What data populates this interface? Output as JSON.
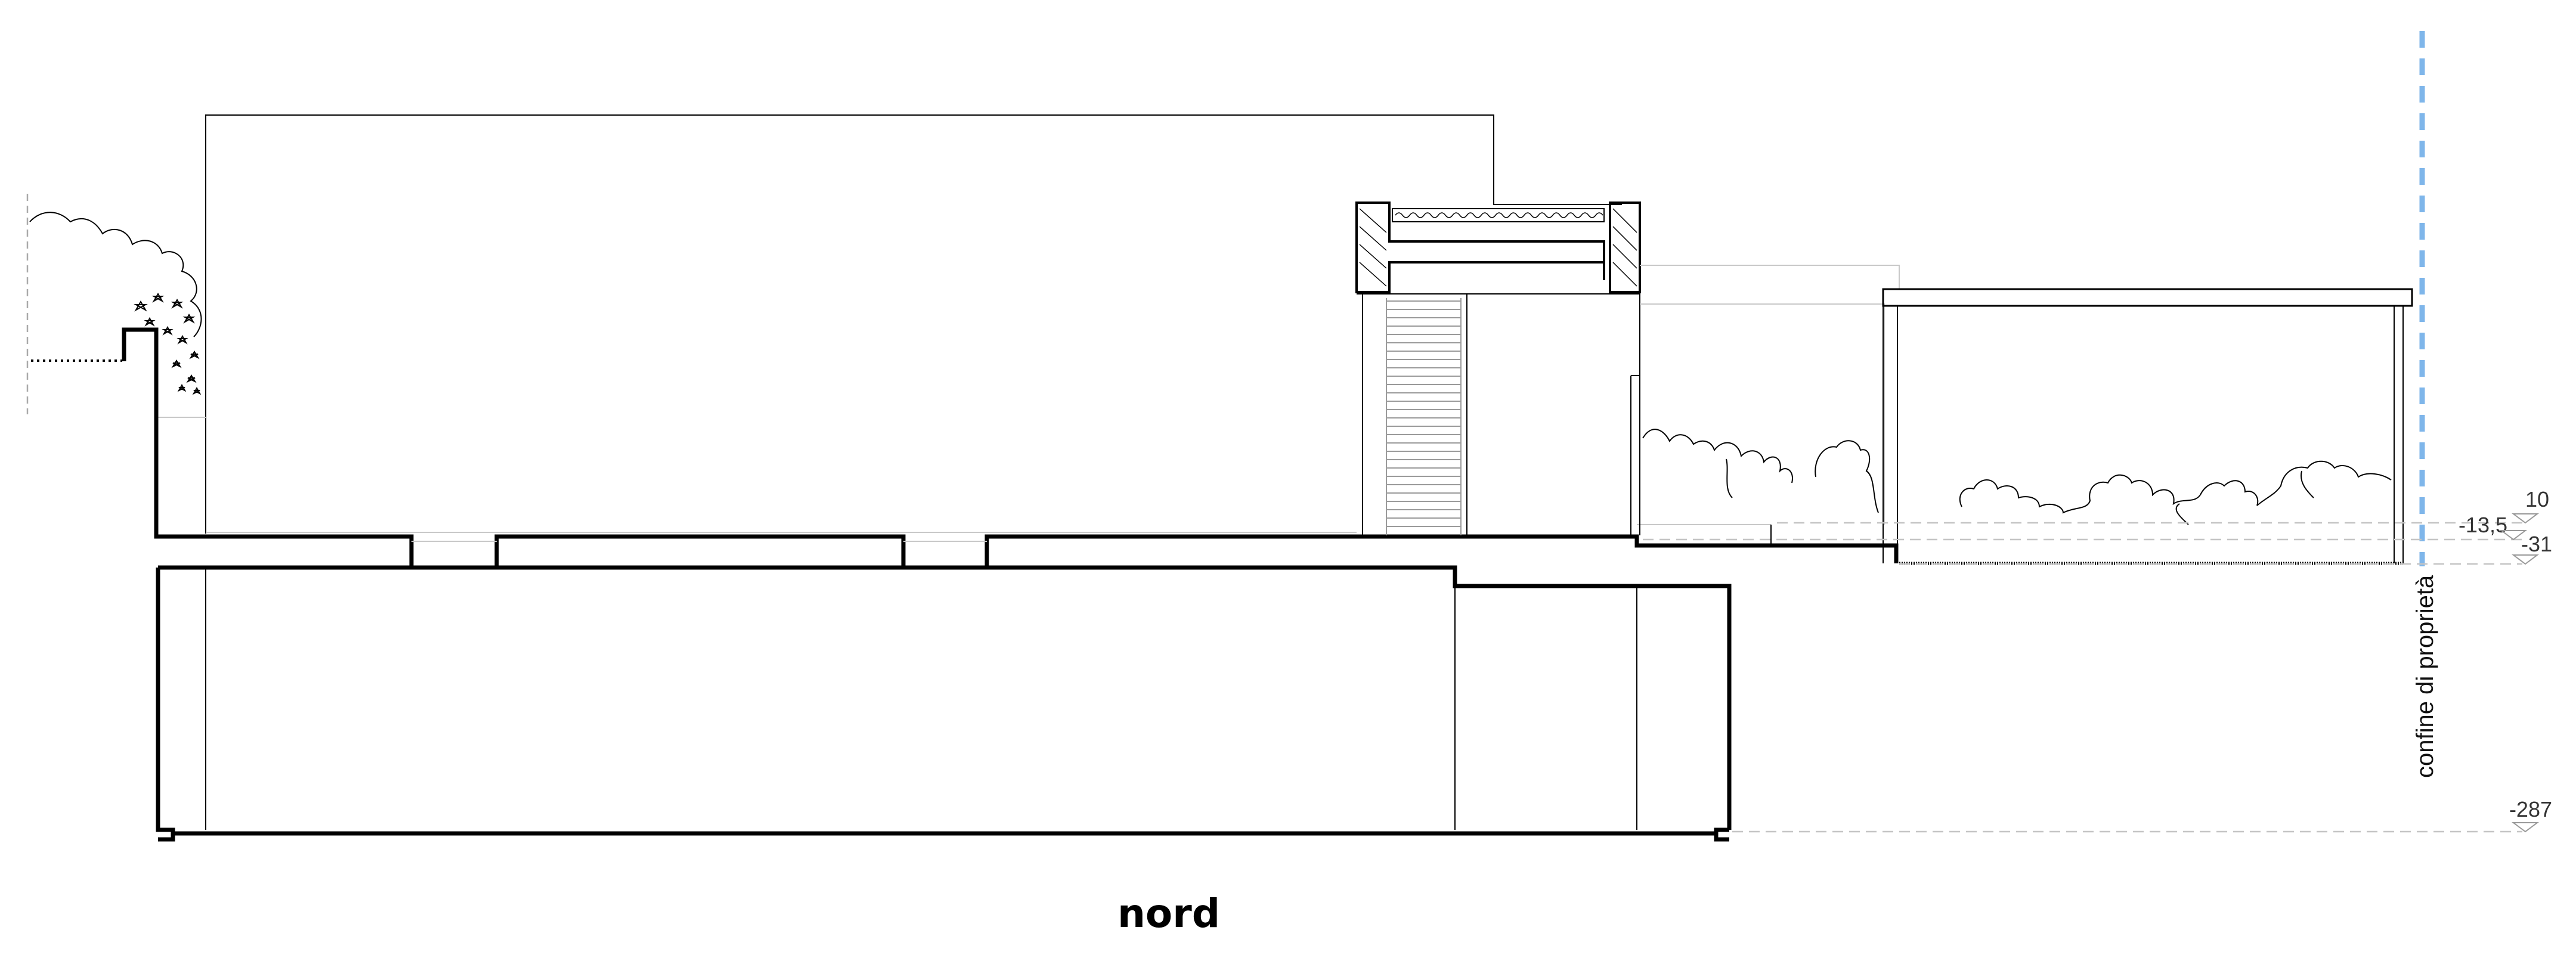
{
  "drawing": {
    "title": "nord",
    "boundary_label": "confine di proprietà",
    "boundary_color": "#7fb6ea",
    "levels": [
      {
        "label": "10"
      },
      {
        "label": "-13,5"
      },
      {
        "label": "-31"
      },
      {
        "label": "-287"
      }
    ]
  }
}
